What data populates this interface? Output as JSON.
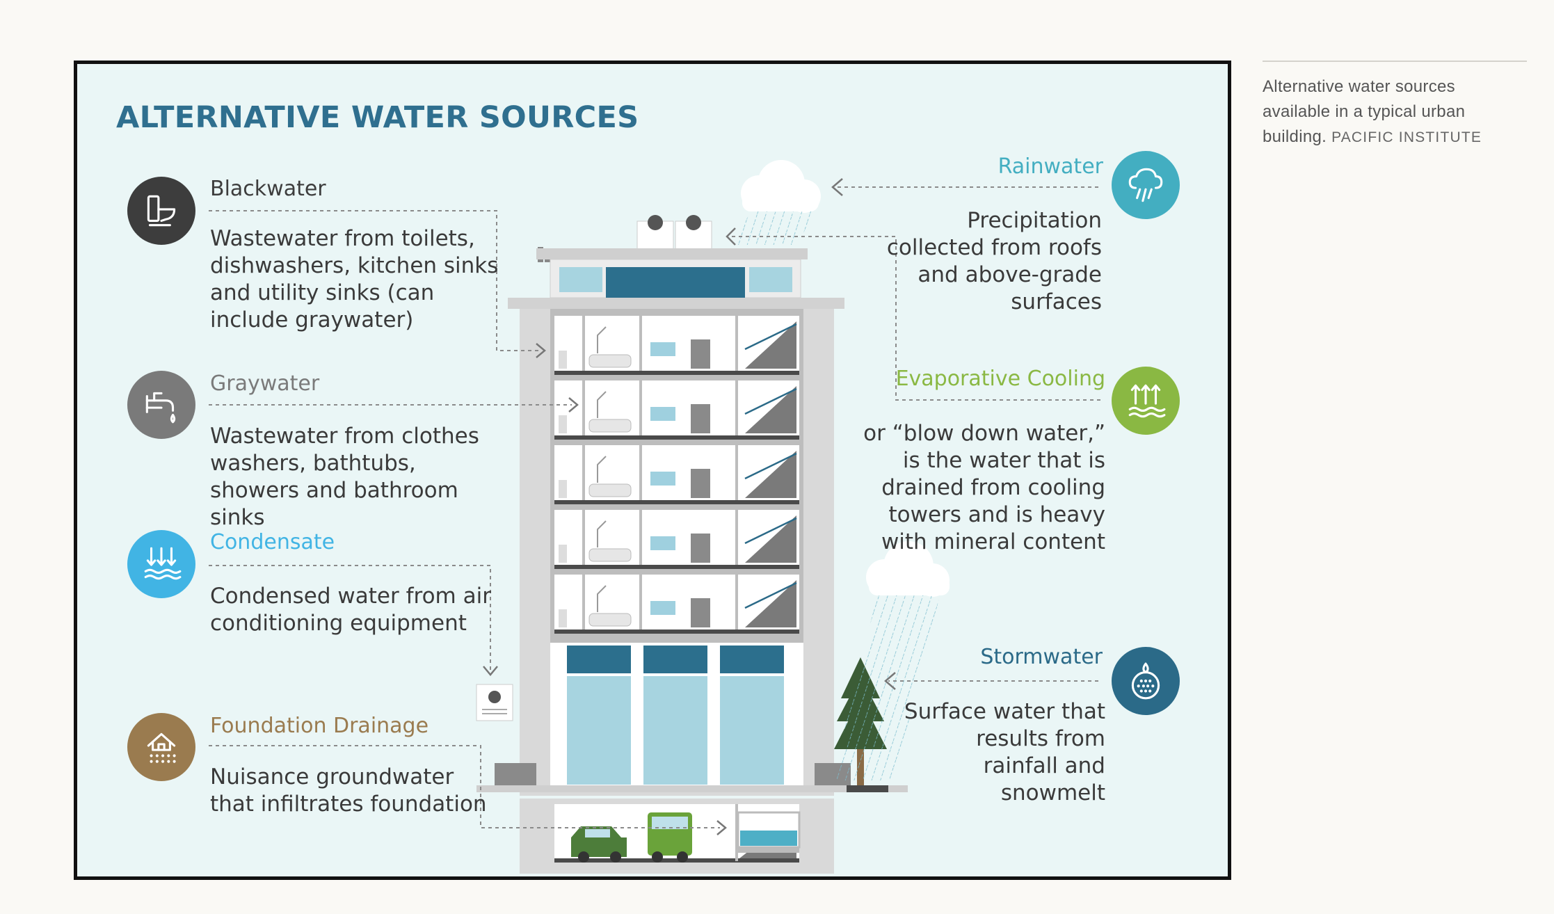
{
  "title": "ALTERNATIVE WATER SOURCES",
  "sources": {
    "blackwater": {
      "name": "Blackwater",
      "desc": "Wastewater from toilets, dishwashers, kitchen sinks and utility sinks (can include graywater)",
      "color": "#3d3d3d",
      "icon": "toilet-icon"
    },
    "graywater": {
      "name": "Graywater",
      "desc": "Wastewater from clothes washers, bathtubs, showers and bathroom sinks",
      "color": "#7a7a7a",
      "icon": "faucet-icon"
    },
    "condensate": {
      "name": "Condensate",
      "desc": "Condensed water from air conditioning equipment",
      "color": "#41b4e4",
      "icon": "condensate-icon"
    },
    "foundation_drainage": {
      "name": "Foundation Drainage",
      "desc": "Nuisance groundwater that infiltrates foundation",
      "color": "#9a7b4f",
      "icon": "house-drain-icon"
    },
    "rainwater": {
      "name": "Rainwater",
      "desc": "Precipitation collected from roofs and above-grade surfaces",
      "color": "#43aec1",
      "icon": "rain-cloud-icon"
    },
    "evaporative_cooling": {
      "name": "Evaporative Cooling",
      "desc": "or “blow down water,” is the water that is drained from cooling towers and is heavy with mineral content",
      "color": "#8ab843",
      "icon": "evaporation-icon"
    },
    "stormwater": {
      "name": "Stormwater",
      "desc": "Surface water that results from rainfall and snowmelt",
      "color": "#2b6a88",
      "icon": "water-drop-icon"
    }
  },
  "caption": {
    "text": "Alternative water sources available in a typical urban building.",
    "credit": "PACIFIC INSTITUTE"
  }
}
